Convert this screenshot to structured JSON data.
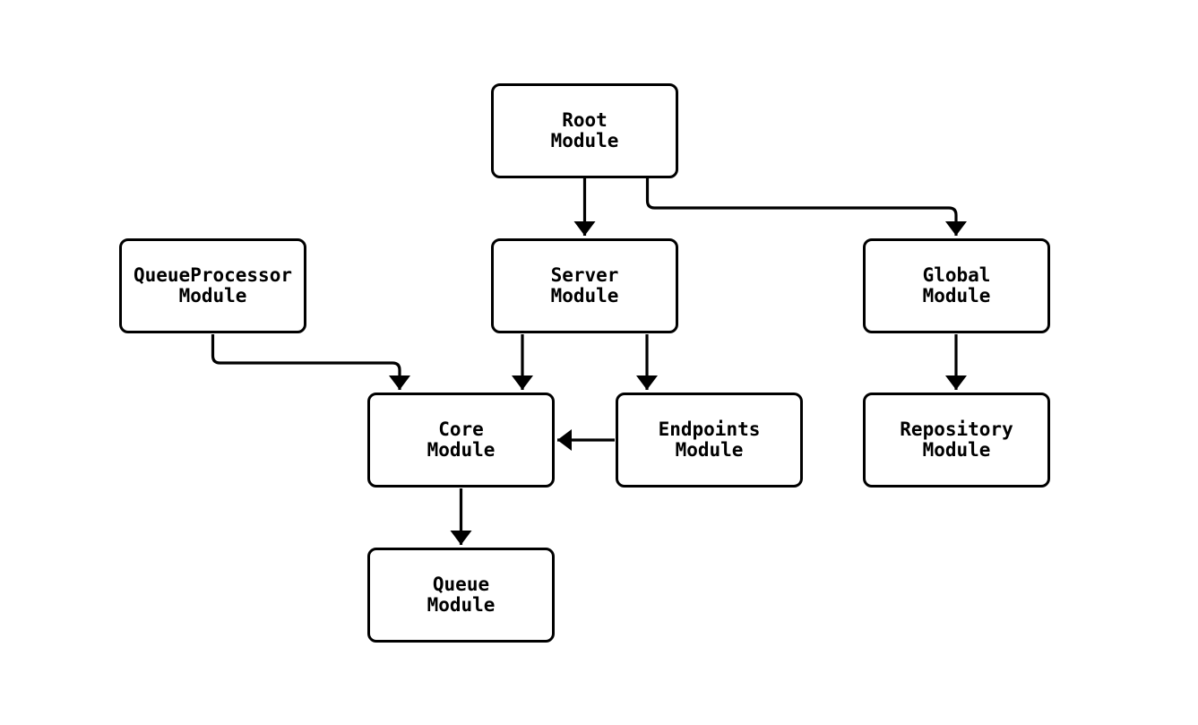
{
  "diagram": {
    "type": "module-dependency-flowchart",
    "background_color": "#ffffff",
    "line_color": "#000000",
    "node_fill_color": "#ffffff",
    "nodes": {
      "root": {
        "line1": "Root",
        "line2": "Module"
      },
      "queue_processor": {
        "line1": "QueueProcessor",
        "line2": "Module"
      },
      "server": {
        "line1": "Server",
        "line2": "Module"
      },
      "global": {
        "line1": "Global",
        "line2": "Module"
      },
      "core": {
        "line1": "Core",
        "line2": "Module"
      },
      "endpoints": {
        "line1": "Endpoints",
        "line2": "Module"
      },
      "repository": {
        "line1": "Repository",
        "line2": "Module"
      },
      "queue": {
        "line1": "Queue",
        "line2": "Module"
      }
    },
    "edges": [
      {
        "from": "Root Module",
        "to": "Server Module"
      },
      {
        "from": "Root Module",
        "to": "Global Module"
      },
      {
        "from": "QueueProcessor Module",
        "to": "Core Module"
      },
      {
        "from": "Server Module",
        "to": "Core Module"
      },
      {
        "from": "Server Module",
        "to": "Endpoints Module"
      },
      {
        "from": "Endpoints Module",
        "to": "Core Module"
      },
      {
        "from": "Global Module",
        "to": "Repository Module"
      },
      {
        "from": "Core Module",
        "to": "Queue Module"
      }
    ]
  }
}
